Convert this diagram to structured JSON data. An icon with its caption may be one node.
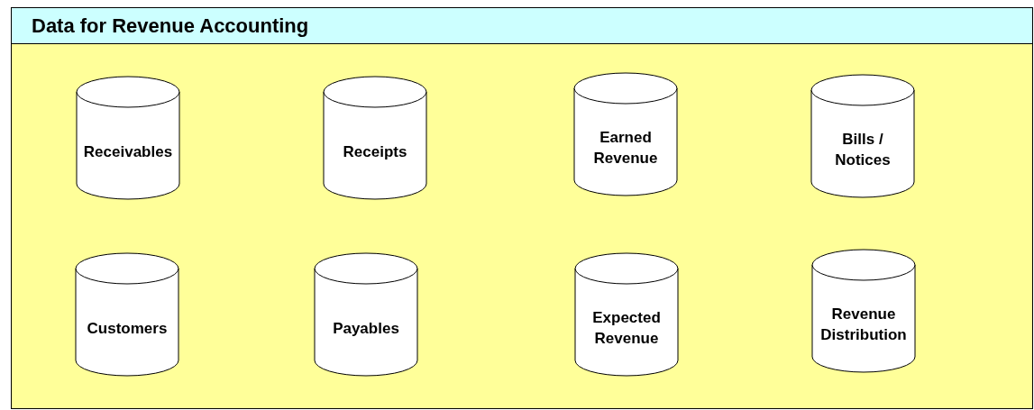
{
  "diagram": {
    "nodes": [
      {
        "text": [
          "Data for Revenue Accounting"
        ]
      },
      {
        "text": [
          "Receivables"
        ],
        "in": 0
      },
      {
        "text": [
          "Receipts"
        ],
        "in": 0
      },
      {
        "text": [
          "Earned Revenue"
        ],
        "in": 0
      },
      {
        "text": [
          "Bills / Notices"
        ],
        "in": 0
      },
      {
        "text": [
          "Customers"
        ],
        "in": 0
      },
      {
        "text": [
          "Payables"
        ],
        "in": 0
      },
      {
        "text": [
          "Expected Revenue"
        ],
        "in": 0
      },
      {
        "text": [
          "Revenue Distribution"
        ],
        "in": 0
      }
    ],
    "edges": []
  }
}
